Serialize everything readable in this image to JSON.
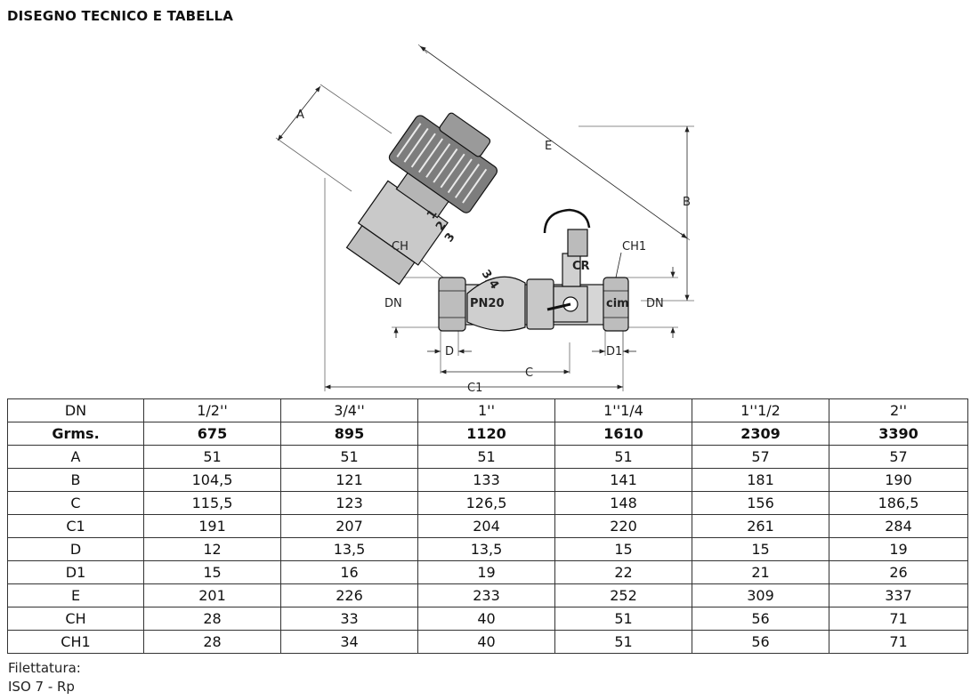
{
  "heading": "DISEGNO TECNICO E TABELLA",
  "drawing": {
    "labels": {
      "A": "A",
      "B": "B",
      "E": "E",
      "CH": "CH",
      "CH1": "CH1",
      "DN_left": "DN",
      "DN_right": "DN",
      "D": "D",
      "D1": "D1",
      "C": "C",
      "C1": "C1"
    },
    "body_marks": {
      "size": "3/4",
      "pressure": "PN20",
      "brand": "cim",
      "cr": "CR",
      "scale_1": "1",
      "scale_2": "2",
      "scale_3": "3"
    }
  },
  "table": {
    "rows": [
      {
        "label": "DN",
        "values": [
          "1/2''",
          "3/4''",
          "1''",
          "1''1/4",
          "1''1/2",
          "2''"
        ]
      },
      {
        "label": "Grms.",
        "values": [
          "675",
          "895",
          "1120",
          "1610",
          "2309",
          "3390"
        ]
      },
      {
        "label": "A",
        "values": [
          "51",
          "51",
          "51",
          "51",
          "57",
          "57"
        ]
      },
      {
        "label": "B",
        "values": [
          "104,5",
          "121",
          "133",
          "141",
          "181",
          "190"
        ]
      },
      {
        "label": "C",
        "values": [
          "115,5",
          "123",
          "126,5",
          "148",
          "156",
          "186,5"
        ]
      },
      {
        "label": "C1",
        "values": [
          "191",
          "207",
          "204",
          "220",
          "261",
          "284"
        ]
      },
      {
        "label": "D",
        "values": [
          "12",
          "13,5",
          "13,5",
          "15",
          "15",
          "19"
        ]
      },
      {
        "label": "D1",
        "values": [
          "15",
          "16",
          "19",
          "22",
          "21",
          "26"
        ]
      },
      {
        "label": "E",
        "values": [
          "201",
          "226",
          "233",
          "252",
          "309",
          "337"
        ]
      },
      {
        "label": "CH",
        "values": [
          "28",
          "33",
          "40",
          "51",
          "56",
          "71"
        ]
      },
      {
        "label": "CH1",
        "values": [
          "28",
          "34",
          "40",
          "51",
          "56",
          "71"
        ]
      }
    ]
  },
  "notes": {
    "line1": "Filettatura:",
    "line2": "ISO 7 - Rp"
  }
}
